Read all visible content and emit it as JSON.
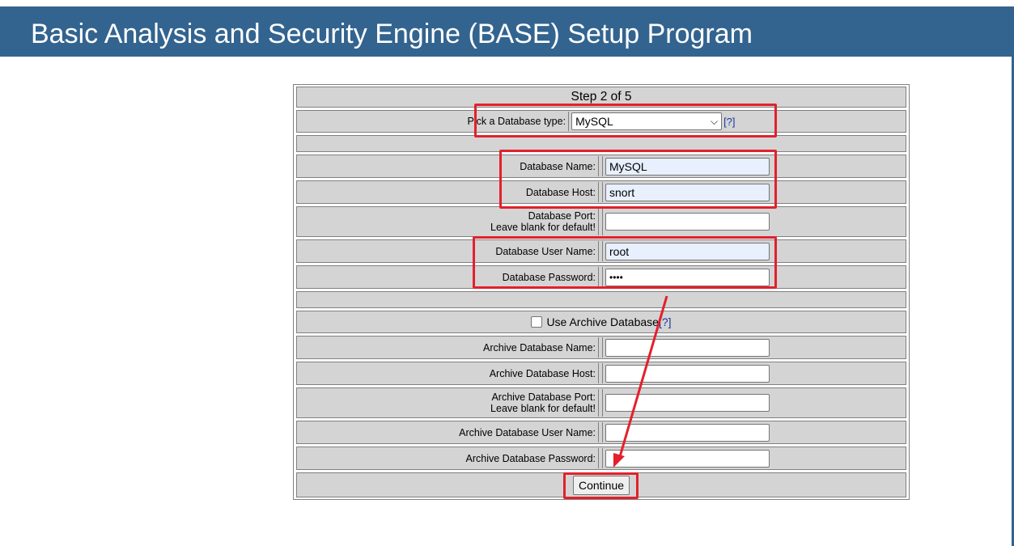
{
  "header": {
    "title": "Basic Analysis and Security Engine (BASE) Setup Program"
  },
  "form": {
    "step": "Step 2 of 5",
    "db_type_label": "Pick a Database type:",
    "db_type_value": "MySQL",
    "help": "[?]",
    "db_name_label": "Database Name:",
    "db_name_value": "MySQL",
    "db_host_label": "Database Host:",
    "db_host_value": "snort",
    "db_port_label_1": "Database Port:",
    "db_port_label_2": "Leave blank for default!",
    "db_port_value": "",
    "db_user_label": "Database User Name:",
    "db_user_value": "root",
    "db_pass_label": "Database Password:",
    "db_pass_value": "••••",
    "archive_checkbox_label": "Use Archive Database",
    "archive_name_label": "Archive Database Name:",
    "archive_host_label": "Archive Database Host:",
    "archive_port_label_1": "Archive Database Port:",
    "archive_port_label_2": "Leave blank for default!",
    "archive_user_label": "Archive Database User Name:",
    "archive_pass_label": "Archive Database Password:",
    "continue_label": "Continue"
  },
  "colors": {
    "header_bg": "#33648f",
    "annotation": "#e3202c",
    "row_bg": "#d4d4d4"
  }
}
